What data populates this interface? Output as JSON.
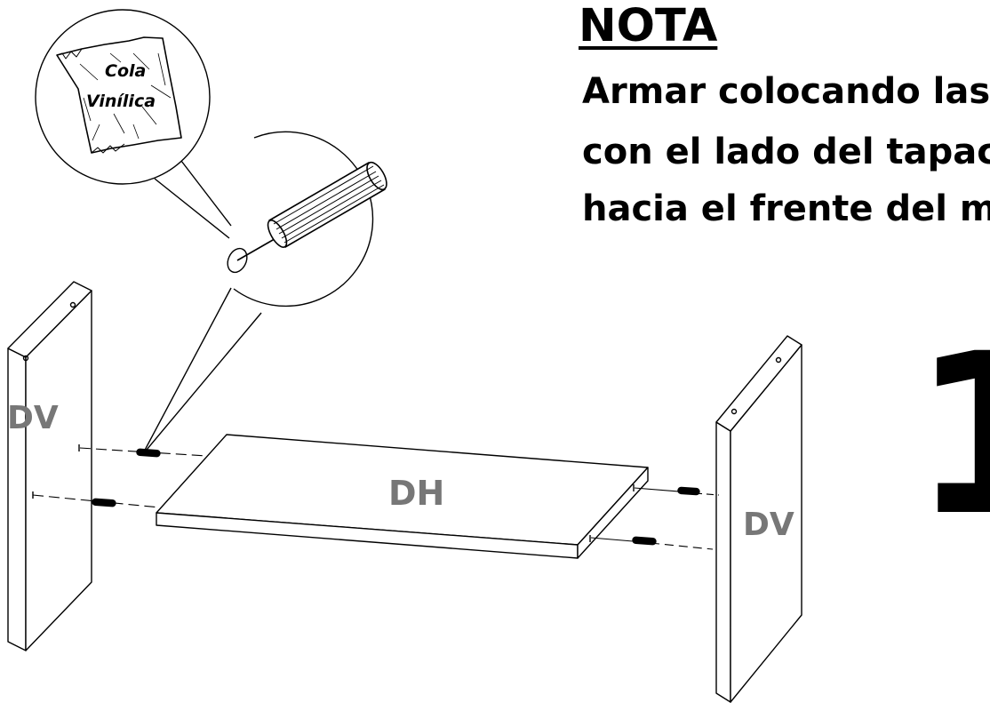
{
  "note": {
    "title": "NOTA",
    "line1": "Armar colocando las",
    "line2": "con el lado del tapac",
    "line3": "hacia el frente del m"
  },
  "step": {
    "number": "1"
  },
  "glue_bag": {
    "line1": "Cola",
    "line2": "Vinílica"
  },
  "parts": {
    "left_panel": "DV",
    "shelf": "DH",
    "right_panel": "DV"
  }
}
